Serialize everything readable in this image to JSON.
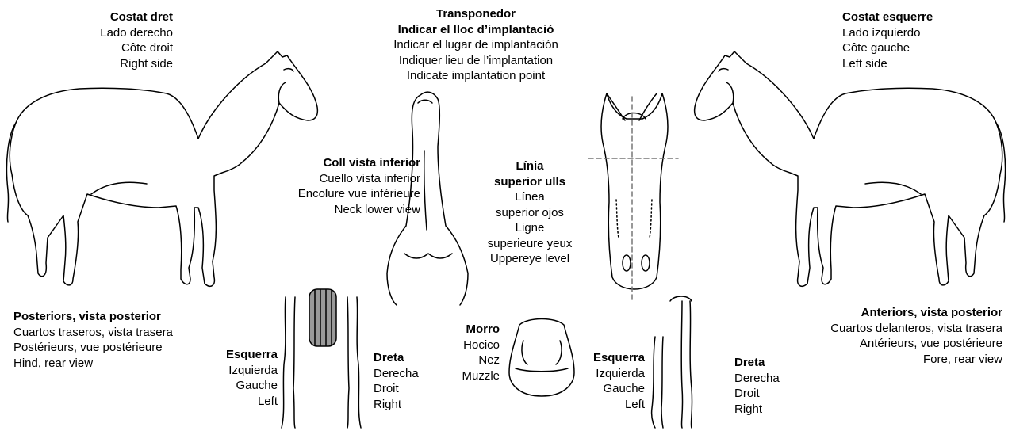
{
  "labels": {
    "right_side": {
      "title": "Costat dret",
      "lines": [
        "Lado derecho",
        "Côte droit",
        "Right side"
      ]
    },
    "transponder": {
      "title1": "Transponedor",
      "title2": "Indicar el lloc d’implantació",
      "lines": [
        "Indicar el lugar de implantación",
        "Indiquer lieu de l’implantation",
        "Indicate implantation point"
      ]
    },
    "left_side": {
      "title": "Costat esquerre",
      "lines": [
        "Lado izquierdo",
        "Côte gauche",
        "Left side"
      ]
    },
    "neck": {
      "title": "Coll vista inferior",
      "lines": [
        "Cuello vista inferior",
        "Encolure vue inférieure",
        "Neck lower view"
      ]
    },
    "eye_line": {
      "title1": "Línia",
      "title2": "superior ulls",
      "lines": [
        "Línea",
        "superior ojos",
        "Ligne",
        "superieure yeux",
        "Uppereye level"
      ]
    },
    "hind": {
      "title": "Posteriors, vista posterior",
      "lines": [
        "Cuartos traseros, vista trasera",
        "Postérieurs, vue postérieure",
        "Hind, rear view"
      ]
    },
    "fore": {
      "title": "Anteriors, vista posterior",
      "lines": [
        "Cuartos delanteros, vista trasera",
        "Antérieurs, vue postérieure",
        "Fore, rear view"
      ]
    },
    "muzzle": {
      "title": "Morro",
      "lines": [
        "Hocico",
        "Nez",
        "Muzzle"
      ]
    },
    "hind_left": {
      "title": "Esquerra",
      "lines": [
        "Izquierda",
        "Gauche",
        "Left"
      ]
    },
    "hind_right": {
      "title": "Dreta",
      "lines": [
        "Derecha",
        "Droit",
        "Right"
      ]
    },
    "fore_left": {
      "title": "Esquerra",
      "lines": [
        "Izquierda",
        "Gauche",
        "Left"
      ]
    },
    "fore_right": {
      "title": "Dreta",
      "lines": [
        "Derecha",
        "Droit",
        "Right"
      ]
    }
  },
  "colors": {
    "line": "#000000",
    "shade": "#9a9a9a",
    "guide": "#777777"
  }
}
